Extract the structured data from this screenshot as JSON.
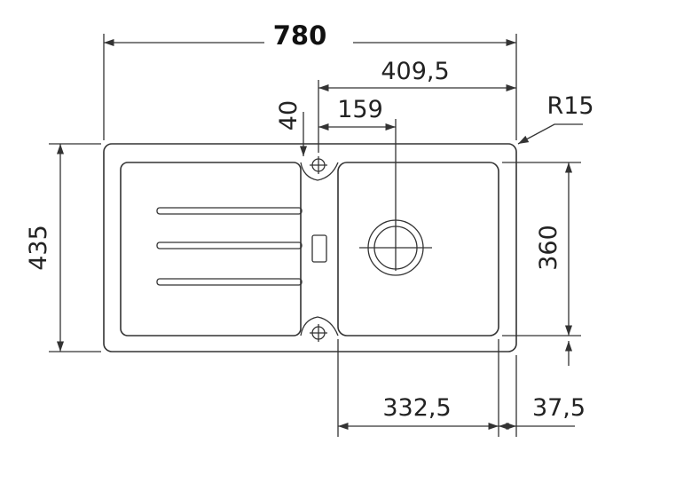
{
  "dimensions": {
    "total_width": "780",
    "bowl_offset_width": "409,5",
    "tap_offset": "40",
    "drain_offset": "159",
    "corner_radius": "R15",
    "total_depth": "435",
    "bowl_depth": "360",
    "bowl_width": "332,5",
    "edge_margin": "37,5"
  },
  "colors": {
    "stroke": "#333333",
    "background": "#ffffff"
  }
}
